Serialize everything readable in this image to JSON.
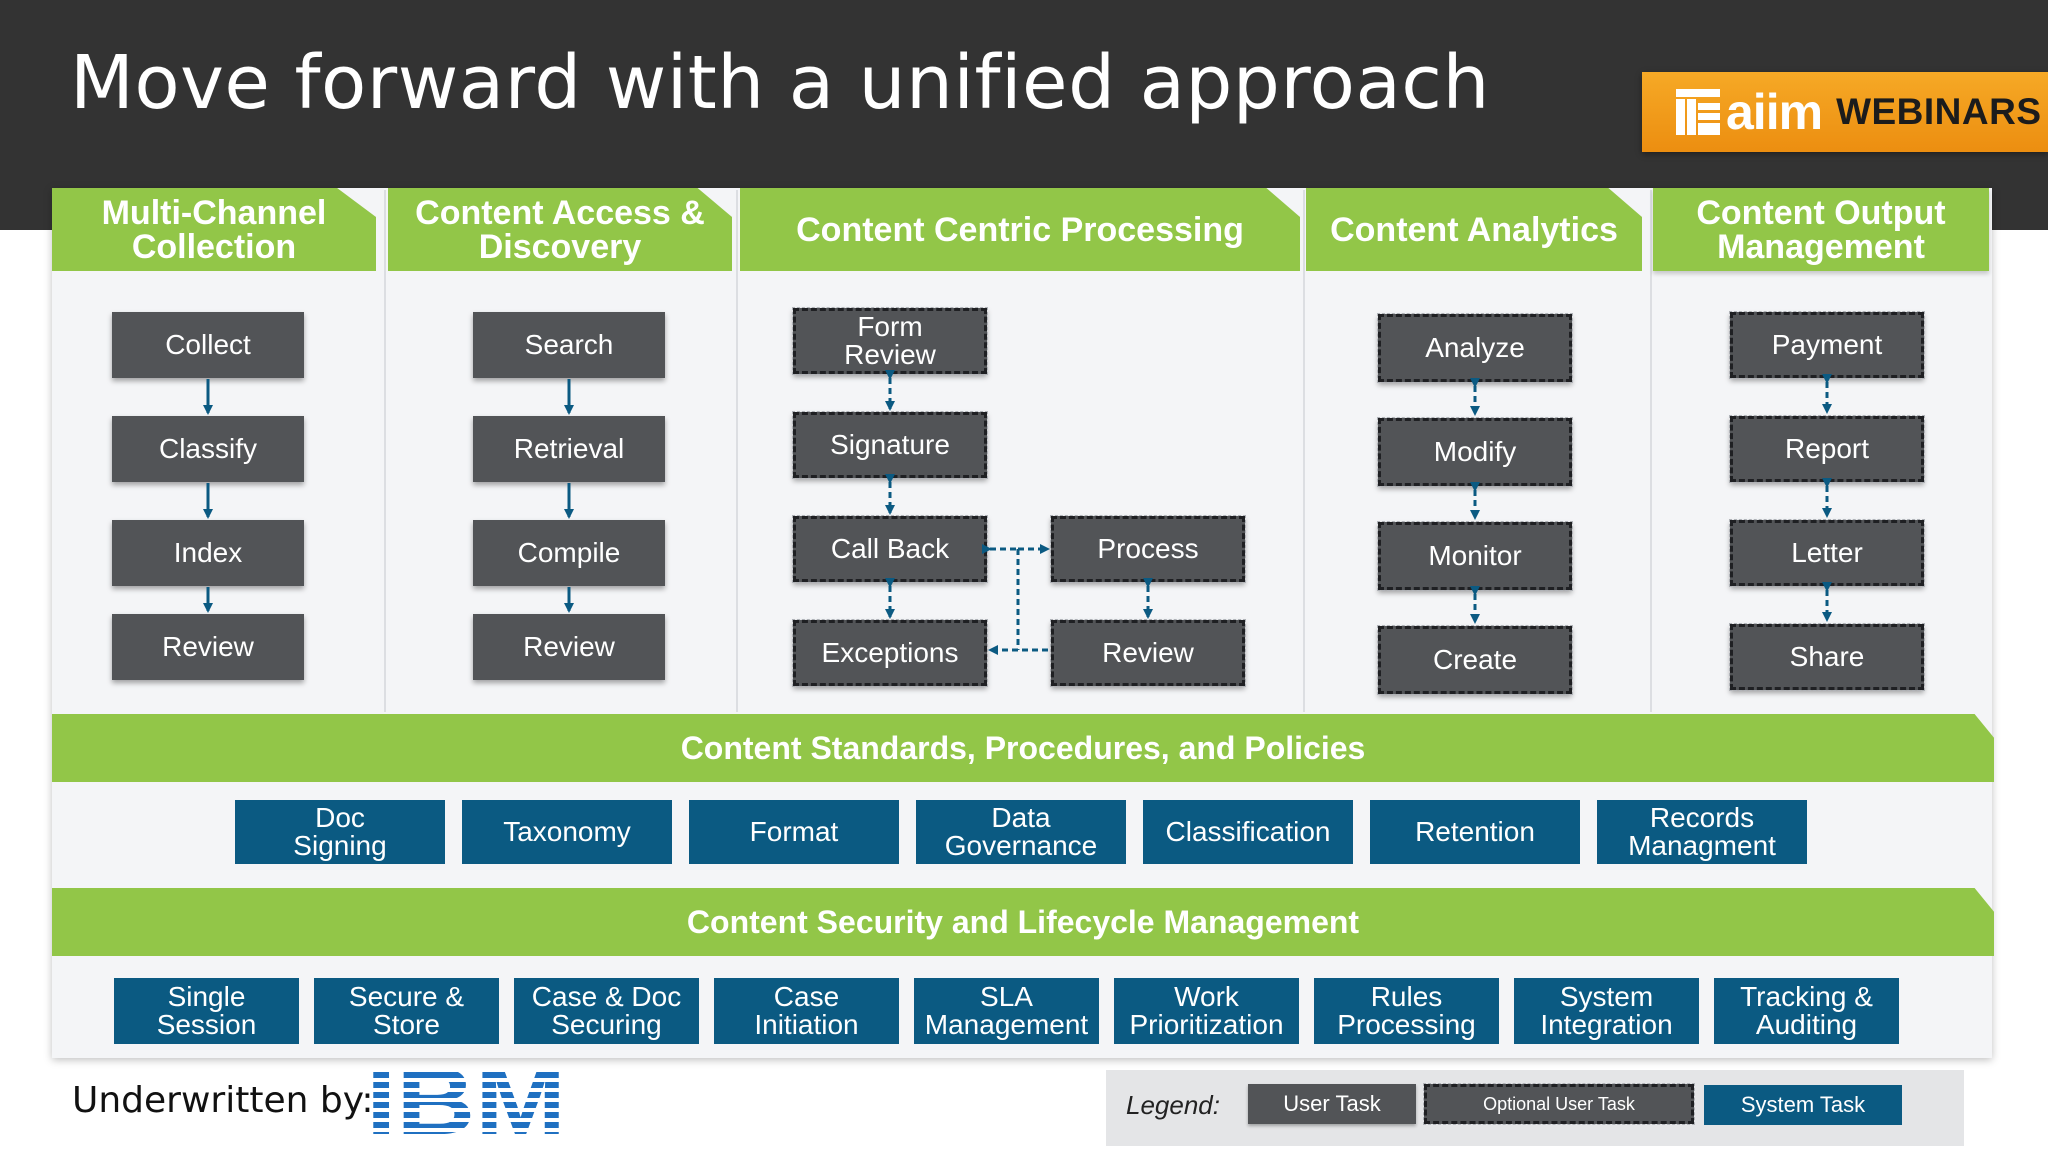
{
  "slide": {
    "title": "Move forward with a unified approach",
    "logo": {
      "brand": "aiim",
      "suffix": "WEBINARS"
    }
  },
  "columns": [
    {
      "title": "Multi-Channel\nCollection",
      "tasks": [
        "Collect",
        "Classify",
        "Index",
        "Review"
      ]
    },
    {
      "title": "Content Access &\nDiscovery",
      "tasks": [
        "Search",
        "Retrieval",
        "Compile",
        "Review"
      ]
    },
    {
      "title": "Content Centric Processing",
      "tasks": [
        "Form\nReview",
        "Signature",
        "Call Back",
        "Exceptions",
        "Process",
        "Review"
      ]
    },
    {
      "title": "Content Analytics",
      "tasks": [
        "Analyze",
        "Modify",
        "Monitor",
        "Create"
      ]
    },
    {
      "title": "Content Output\nManagement",
      "tasks": [
        "Payment",
        "Report",
        "Letter",
        "Share"
      ]
    }
  ],
  "standards": {
    "title": "Content Standards, Procedures, and Policies",
    "items": [
      "Doc\nSigning",
      "Taxonomy",
      "Format",
      "Data\nGovernance",
      "Classification",
      "Retention",
      "Records\nManagment"
    ]
  },
  "security": {
    "title": "Content Security and Lifecycle Management",
    "items": [
      "Single\nSession",
      "Secure &\nStore",
      "Case & Doc\nSecuring",
      "Case\nInitiation",
      "SLA\nManagement",
      "Work\nPrioritization",
      "Rules\nProcessing",
      "System\nIntegration",
      "Tracking &\nAuditing"
    ]
  },
  "footer": {
    "underwritten_label": "Underwritten by:",
    "sponsor_logo": "IBM"
  },
  "legend": {
    "label": "Legend:",
    "user_task": "User Task",
    "optional_user_task": "Optional User Task",
    "system_task": "System Task"
  },
  "colors": {
    "header_bg": "#333333",
    "accent_green": "#92c648",
    "task_gray": "#525457",
    "system_blue": "#0b5a82",
    "arrow_blue": "#0b5a82",
    "logo_orange": "#f39c1b",
    "ibm_blue": "#1f70c1"
  }
}
